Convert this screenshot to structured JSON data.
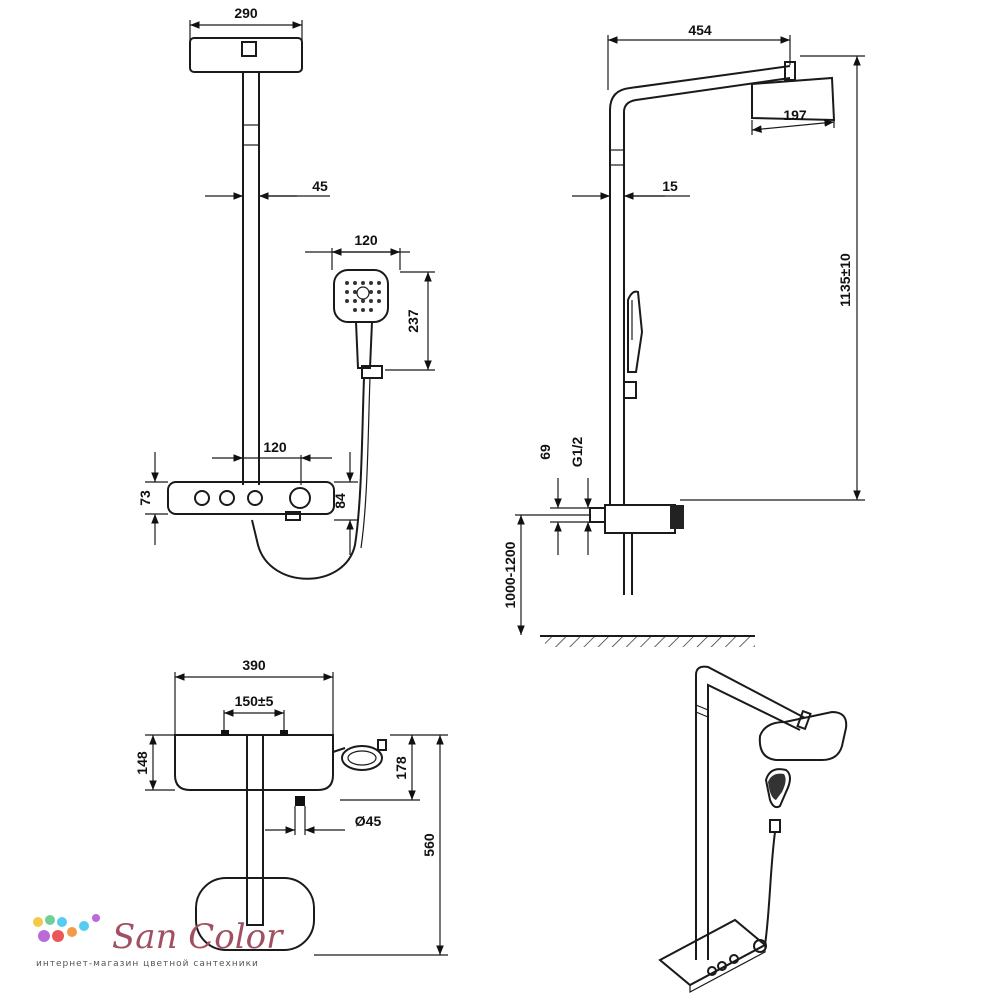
{
  "front_view": {
    "head_width": "290",
    "pipe_diameter": "45",
    "handset_width": "120",
    "handset_height": "237",
    "panel_spacing": "120",
    "panel_height_left": "73",
    "panel_height_right": "84"
  },
  "side_view": {
    "reach": "454",
    "head_depth": "197",
    "pipe_offset": "15",
    "total_height": "1135±10",
    "outlet_height": "69",
    "thread": "G1/2",
    "mount_height": "1000-1200"
  },
  "top_view": {
    "shelf_width": "390",
    "connection_spacing": "150±5",
    "shelf_depth": "148",
    "handset_depth": "178",
    "pipe_diameter": "Ø45",
    "total_depth": "560"
  },
  "brand": {
    "name": "San Color",
    "tagline": "интернет-магазин цветной сантехники",
    "dot_colors": [
      "#f2c94c",
      "#6fcf97",
      "#56ccf2",
      "#bb6bd9",
      "#eb5757",
      "#f2994a"
    ]
  }
}
